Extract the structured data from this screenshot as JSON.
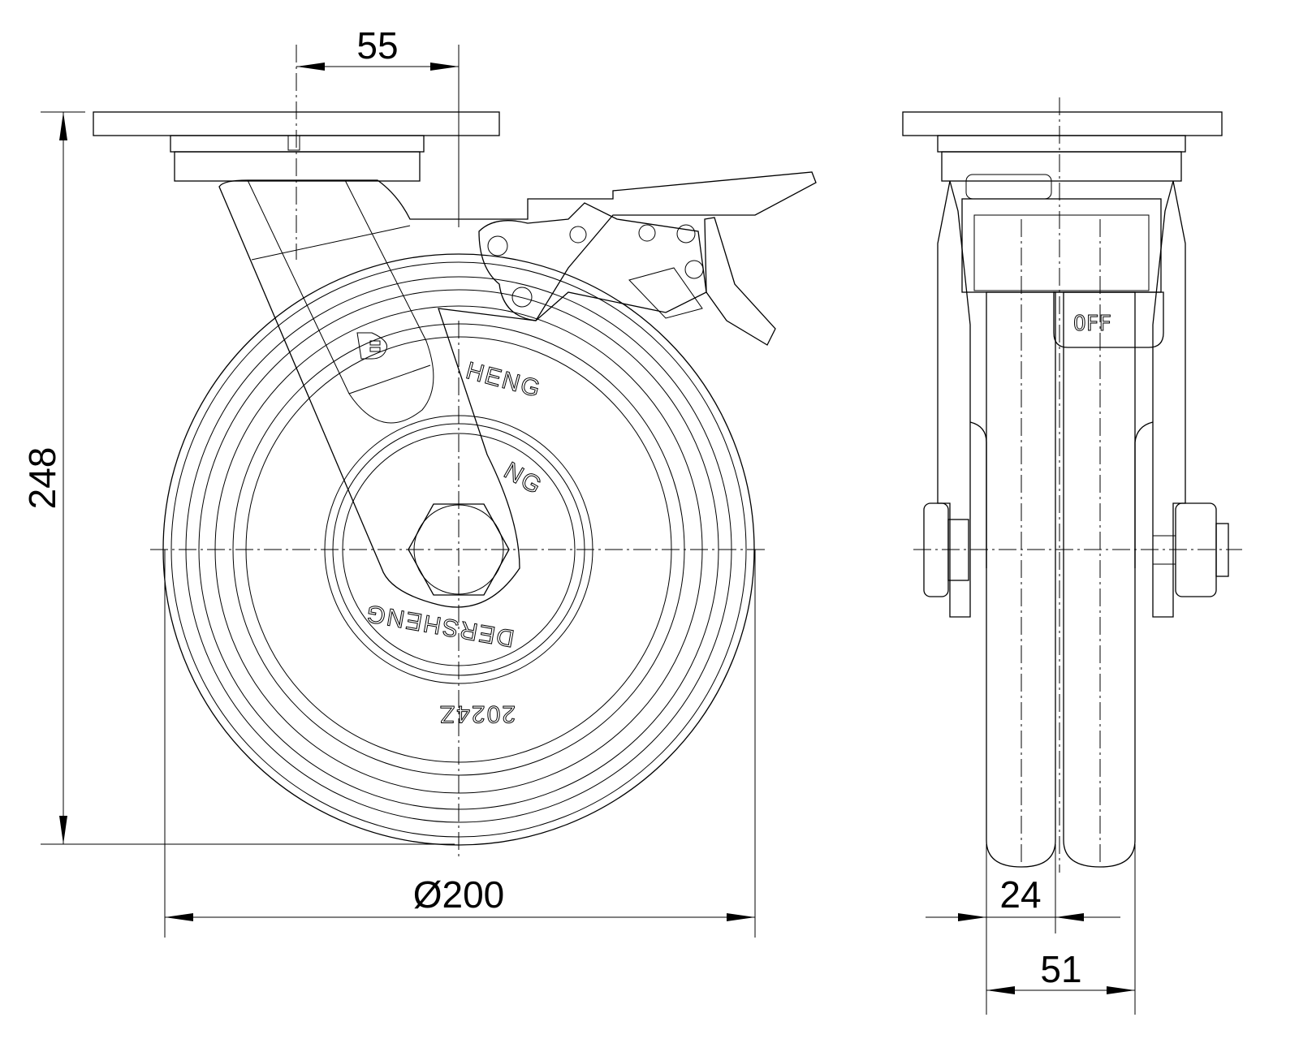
{
  "dimensions": {
    "swivel_offset": "55",
    "overall_height": "248",
    "wheel_diameter": "Ø200",
    "tread_width": "24",
    "overall_wheel_width": "51"
  },
  "embossing": {
    "wheel_text_upper": "HENG",
    "hub_text_upper": "NG",
    "hub_text_lower": "DERSHENG",
    "wheel_text_lower": "2024Z",
    "brake_label": "OFF"
  }
}
